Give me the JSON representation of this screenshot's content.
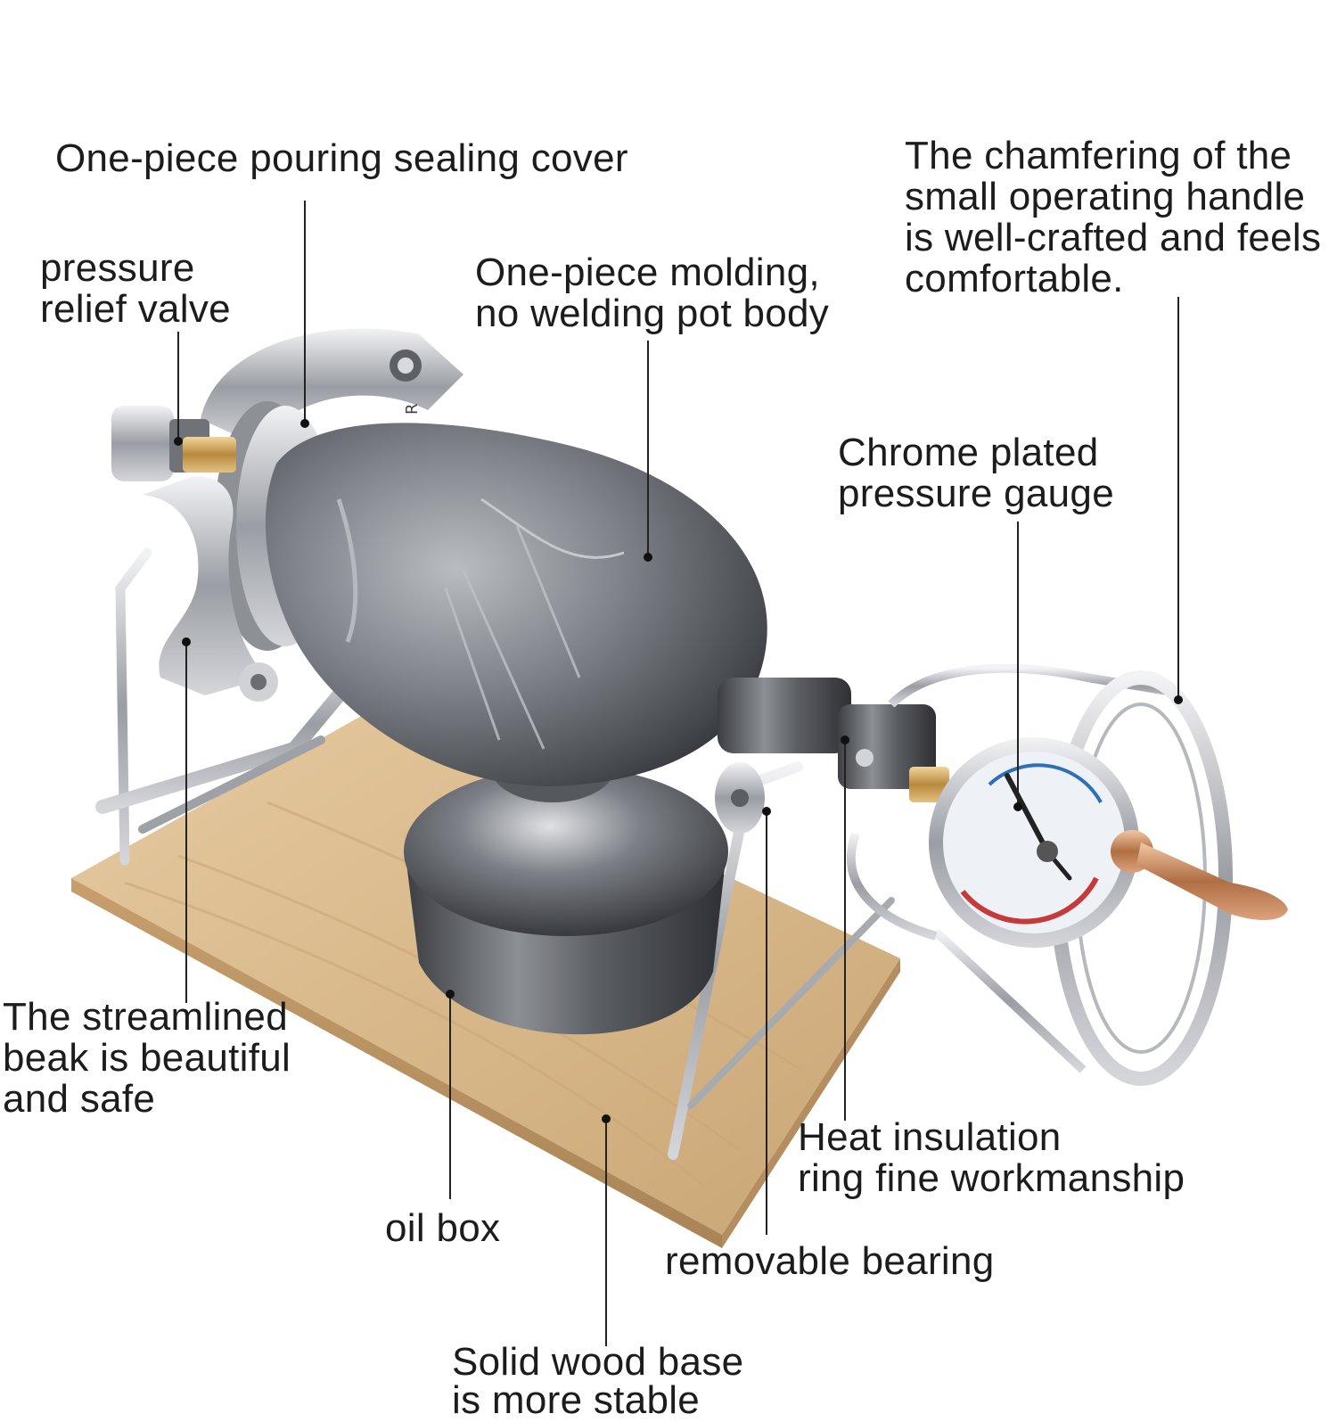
{
  "labels": {
    "sealing_cover": "One-piece pouring sealing cover",
    "relief_valve_1": "pressure",
    "relief_valve_2": "relief valve",
    "molding_1": "One-piece molding,",
    "molding_2": "no welding pot body",
    "handle_1": "The chamfering of the",
    "handle_2": "small operating handle",
    "handle_3": "is well-crafted and feels",
    "handle_4": "comfortable.",
    "gauge_1": "Chrome plated",
    "gauge_2": "pressure gauge",
    "beak_1": "The streamlined",
    "beak_2": "beak is beautiful",
    "beak_3": "and safe",
    "insulation_1": "Heat insulation",
    "insulation_2": "ring fine workmanship",
    "oil_box": "oil box",
    "bearing": "removable bearing",
    "base_1": "Solid wood base",
    "base_2": "is more stable"
  },
  "product": {
    "emblem_letter": "R"
  },
  "colors": {
    "wood": "#d8b98c",
    "steel": "#8a8d92",
    "brass": "#c9a25a",
    "copper": "#c98a5a"
  }
}
